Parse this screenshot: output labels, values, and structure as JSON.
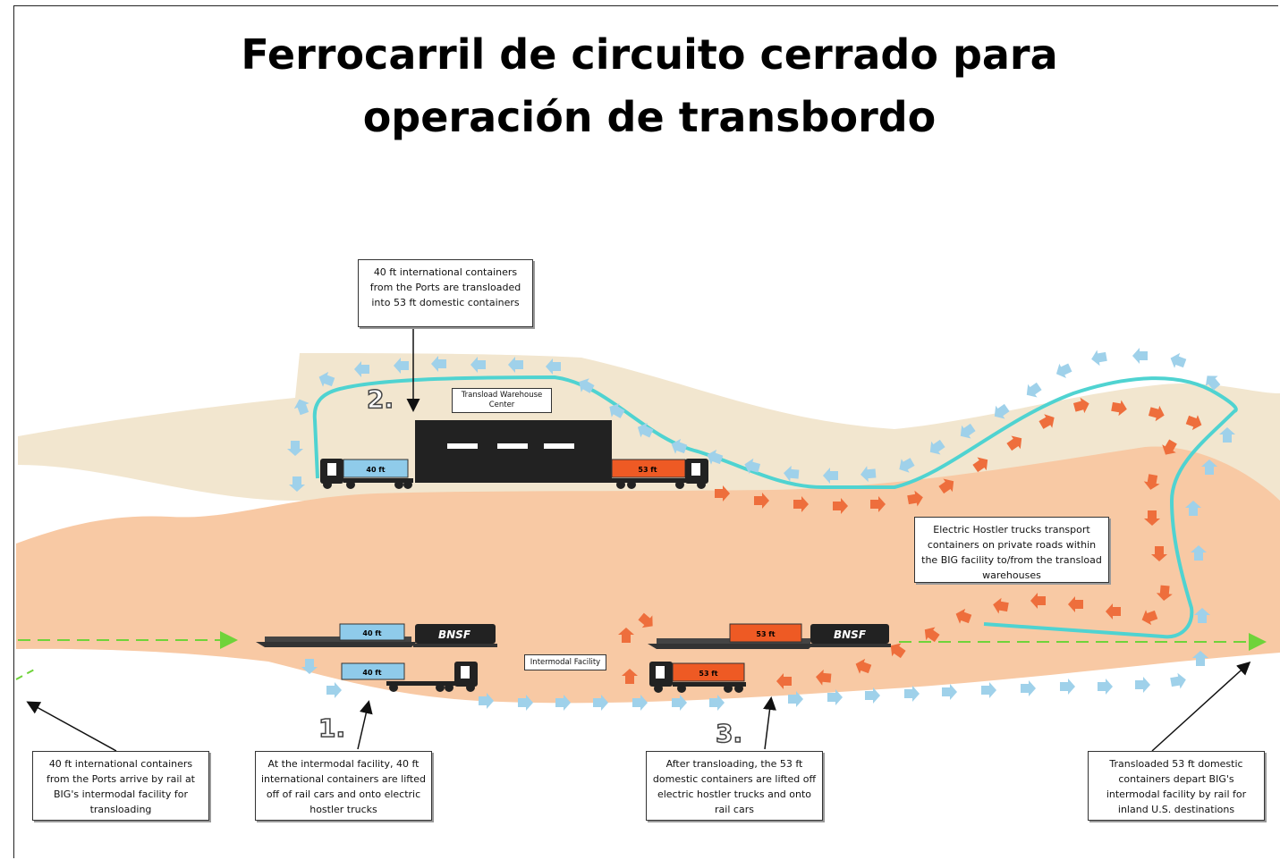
{
  "title": {
    "line1": "Ferrocarril de circuito cerrado para",
    "line2": "operación de transbordo"
  },
  "steps": {
    "one": "1.",
    "two": "2.",
    "three": "3."
  },
  "labels": {
    "warehouse": "Transload Warehouse Center",
    "intermodal": "Intermodal Facility",
    "container_40": "40 ft",
    "container_53": "53 ft",
    "locomotive": "BNSF"
  },
  "callouts": {
    "transload": "40 ft international containers from the Ports are transloaded into 53 ft domestic containers",
    "hostler": "Electric Hostler trucks transport containers on private roads within the BIG facility to/from the transload warehouses",
    "arrive": "40 ft international containers from the Ports arrive by rail at BIG's intermodal facility for transloading",
    "lift_40": "At the intermodal facility, 40 ft international containers are lifted off of rail cars and onto electric hostler trucks",
    "lift_53": "After transloading, the 53 ft domestic containers are lifted off electric hostler trucks and onto rail cars",
    "depart": "Transloaded 53 ft domestic containers depart BIG's intermodal facility by rail for inland U.S. destinations"
  },
  "colors": {
    "ground_light": "#f2e6cf",
    "ground_main": "#f8c9a4",
    "road_cyan": "#4fd3d1",
    "arrow_blue": "#9fd1ea",
    "arrow_orange": "#ee6e3c",
    "rail_green": "#6fd33a",
    "container_blue": "#8fcbea",
    "container_orange": "#ee5a24"
  }
}
